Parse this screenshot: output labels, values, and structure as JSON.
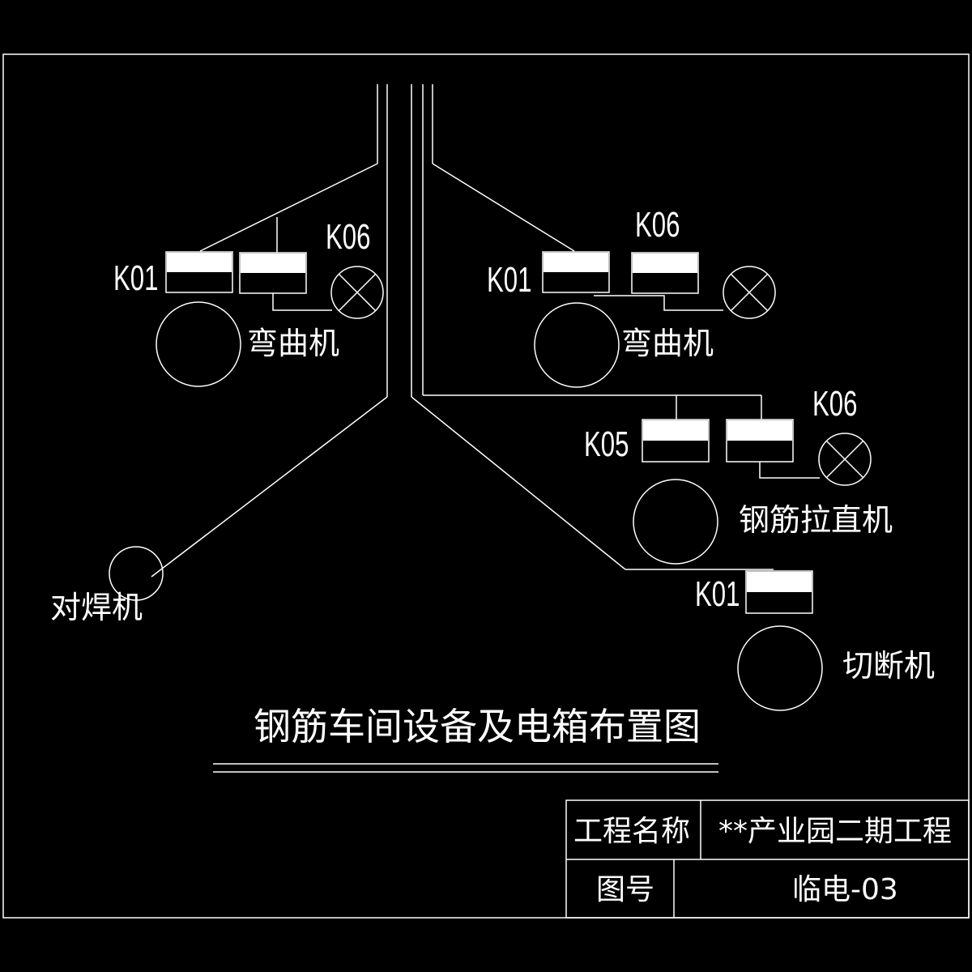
{
  "drawing": {
    "title": "钢筋车间设备及电箱布置图",
    "labels": {
      "left_box_k01": "K01",
      "left_lamp_k06": "K06",
      "left_machine": "弯曲机",
      "right_box_k01": "K01",
      "right_lamp_k06": "K06",
      "right_machine": "弯曲机",
      "straight_box_k05": "K05",
      "straight_lamp_k06": "K06",
      "straight_machine": "钢筋拉直机",
      "cutter_box_k01": "K01",
      "cutter_machine": "切断机",
      "welder_machine": "对焊机"
    }
  },
  "title_block": {
    "project_label": "工程名称",
    "project_value": "**产业园二期工程",
    "drawing_no_label": "图号",
    "drawing_no_value": "临电-03"
  }
}
